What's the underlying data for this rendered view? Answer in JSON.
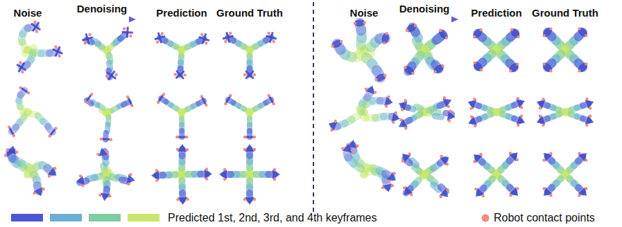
{
  "diagram": {
    "labels": [
      "Noise",
      "Denoising",
      "Prediction",
      "Ground Truth",
      "Noise",
      "Denoising",
      "Prediction",
      "Ground Truth"
    ],
    "legend": [
      {
        "text": "Predicted 1st, 2nd, 3rd, and 4th keyframes"
      },
      {
        "text": "Robot contact points",
        "color": "#f28b82"
      }
    ]
  }
}
